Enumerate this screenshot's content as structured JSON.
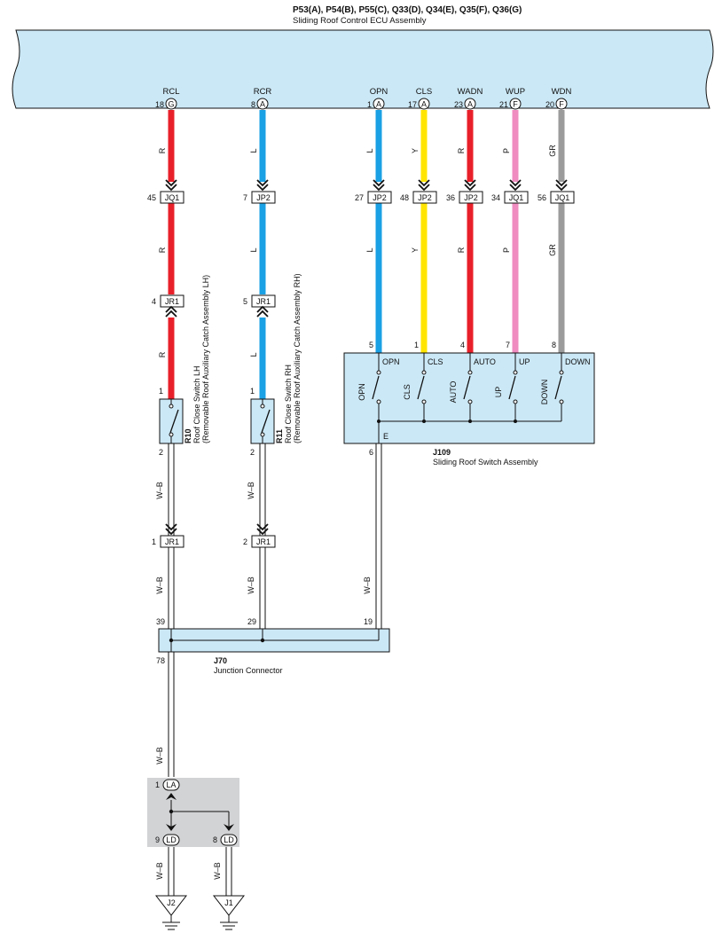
{
  "ecu": {
    "id": "P53(A), P54(B), P55(C), Q33(D), Q34(E), Q35(F), Q36(G)",
    "name": "Sliding Roof Control ECU Assembly"
  },
  "ecu_pins": [
    {
      "signal": "RCL",
      "pin": "18",
      "connector": "G"
    },
    {
      "signal": "RCR",
      "pin": "8",
      "connector": "A"
    },
    {
      "signal": "OPN",
      "pin": "1",
      "connector": "A"
    },
    {
      "signal": "CLS",
      "pin": "17",
      "connector": "A"
    },
    {
      "signal": "WADN",
      "pin": "23",
      "connector": "A"
    },
    {
      "signal": "WUP",
      "pin": "21",
      "connector": "F"
    },
    {
      "signal": "WDN",
      "pin": "20",
      "connector": "F"
    }
  ],
  "wire_codes": {
    "rcl": "R",
    "rcr": "L",
    "opn": "L",
    "cls": "Y",
    "wadn": "R",
    "wup": "P",
    "wdn": "GR",
    "ground": "W–B"
  },
  "colors": {
    "ecu_fill": "#cbe8f6",
    "red": "#e8202a",
    "blue": "#1aa0e4",
    "yellow": "#ffe500",
    "pink": "#f08cc0",
    "gray": "#9b9b9b",
    "splice_fill": "#d2d3d5"
  },
  "joints_upper": [
    {
      "pin": "45",
      "code": "JQ1"
    },
    {
      "pin": "7",
      "code": "JP2"
    },
    {
      "pin": "27",
      "code": "JP2"
    },
    {
      "pin": "48",
      "code": "JP2"
    },
    {
      "pin": "36",
      "code": "JP2"
    },
    {
      "pin": "34",
      "code": "JQ1"
    },
    {
      "pin": "56",
      "code": "JQ1"
    }
  ],
  "joints_jr1_upper": [
    {
      "pin": "4",
      "code": "JR1"
    },
    {
      "pin": "5",
      "code": "JR1"
    }
  ],
  "joints_jr1_lower": [
    {
      "pin": "1",
      "code": "JR1"
    },
    {
      "pin": "2",
      "code": "JR1"
    }
  ],
  "switch_lh": {
    "id": "R10",
    "name": "Roof Close Switch LH",
    "sub": "(Removable Roof Auxiliary Catch Assembly LH)",
    "pin_top": "1",
    "pin_bottom": "2"
  },
  "switch_rh": {
    "id": "R11",
    "name": "Roof Close Switch RH",
    "sub": "(Removable Roof Auxiliary Catch Assembly RH)",
    "pin_top": "1",
    "pin_bottom": "2"
  },
  "switch_assy": {
    "id": "J109",
    "name": "Sliding Roof Switch Assembly",
    "terminals": [
      {
        "pin": "5",
        "label": "OPN"
      },
      {
        "pin": "1",
        "label": "CLS"
      },
      {
        "pin": "4",
        "label": "AUTO"
      },
      {
        "pin": "7",
        "label": "UP"
      },
      {
        "pin": "8",
        "label": "DOWN"
      }
    ],
    "switch_labels": [
      "OPN",
      "CLS",
      "AUTO",
      "UP",
      "DOWN"
    ],
    "ground_label": "E",
    "ground_pin": "6"
  },
  "junction": {
    "id": "J70",
    "name": "Junction Connector",
    "pins": [
      "39",
      "29",
      "19"
    ],
    "out_pin": "78"
  },
  "splice": {
    "in_pin": "1",
    "in_code": "LA",
    "out": [
      {
        "pin": "9",
        "code": "LD"
      },
      {
        "pin": "8",
        "code": "LD"
      }
    ]
  },
  "grounds": [
    "J2",
    "J1"
  ]
}
